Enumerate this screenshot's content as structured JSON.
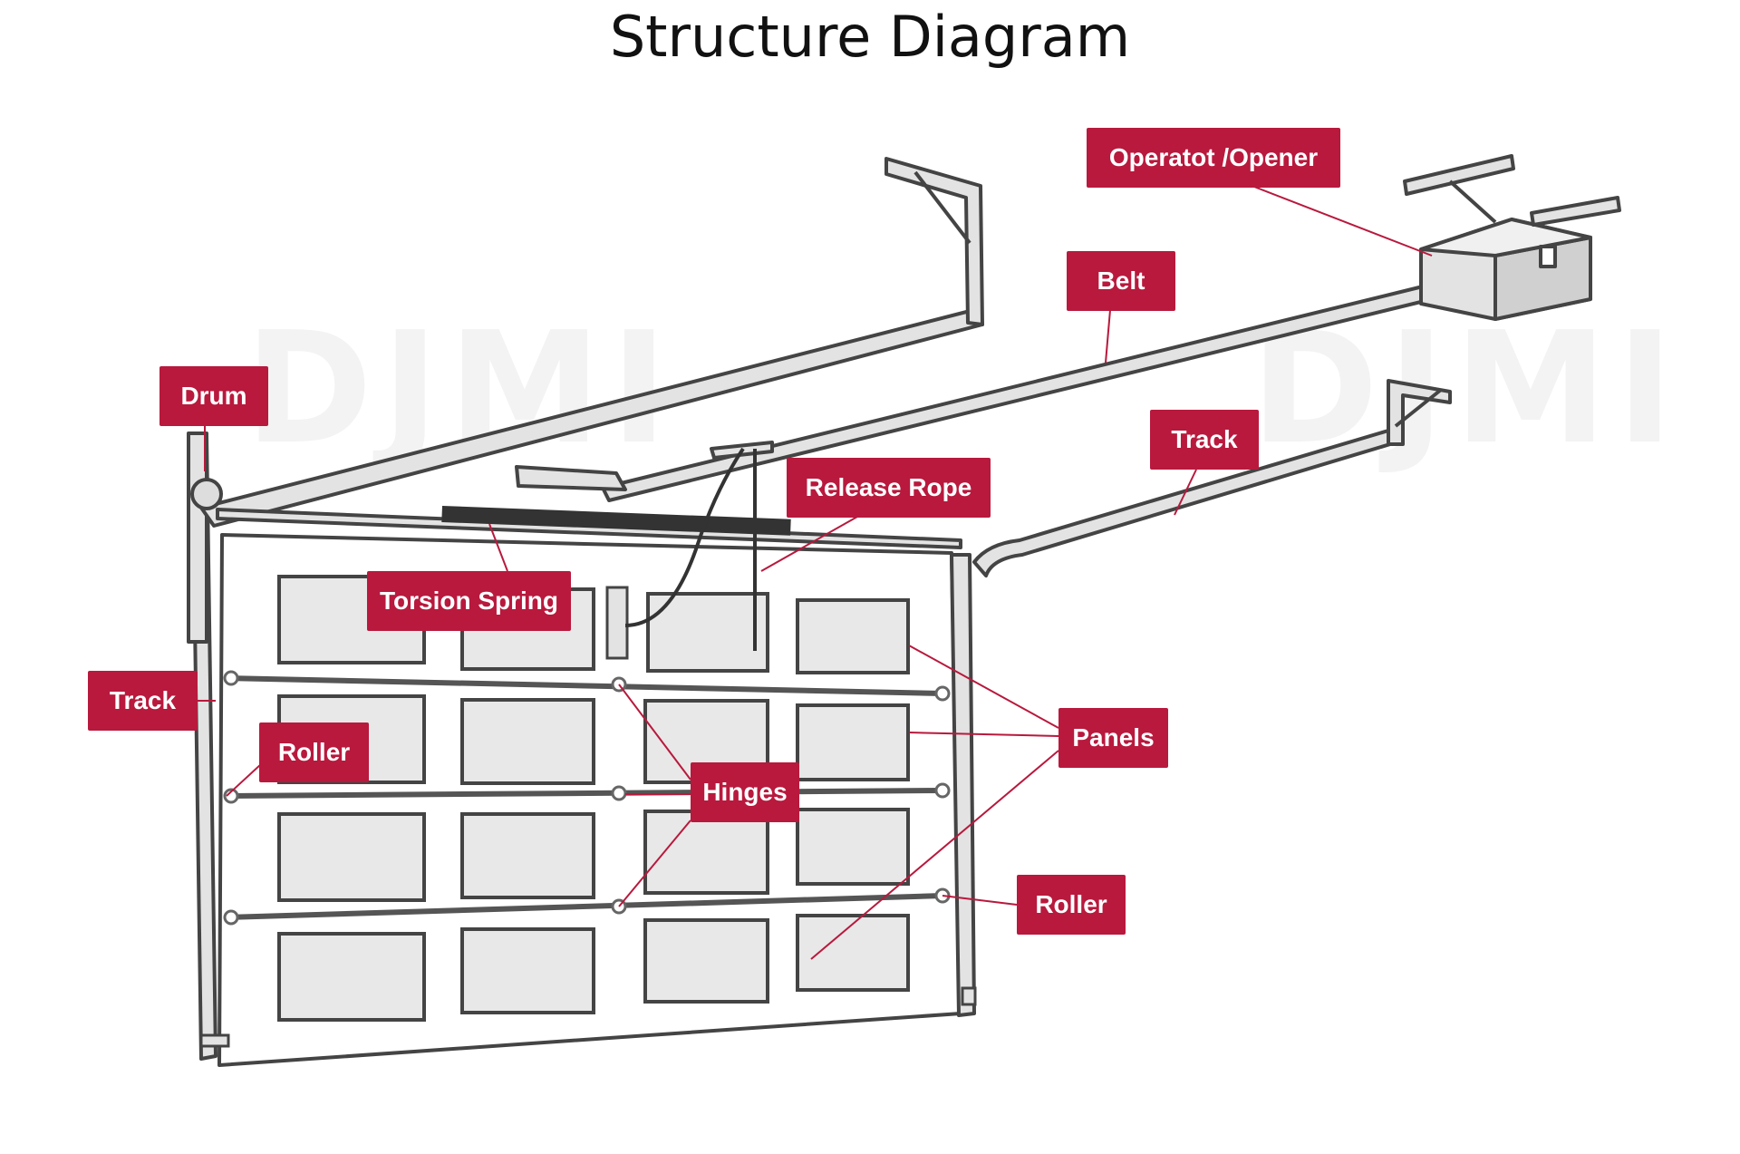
{
  "title": "Structure Diagram",
  "watermark": "DJMI",
  "colors": {
    "label_bg": "#b8193d",
    "label_text": "#ffffff",
    "leader": "#b8193d",
    "line_art": "#444444",
    "fill": "#e3e3e3"
  },
  "labels": {
    "opener": "Operatot /Opener",
    "belt": "Belt",
    "drum": "Drum",
    "track_right": "Track",
    "release_rope": "Release Rope",
    "torsion_spring": "Torsion Spring",
    "track_left": "Track",
    "roller_left": "Roller",
    "panels": "Panels",
    "hinges": "Hinges",
    "roller_right": "Roller"
  }
}
